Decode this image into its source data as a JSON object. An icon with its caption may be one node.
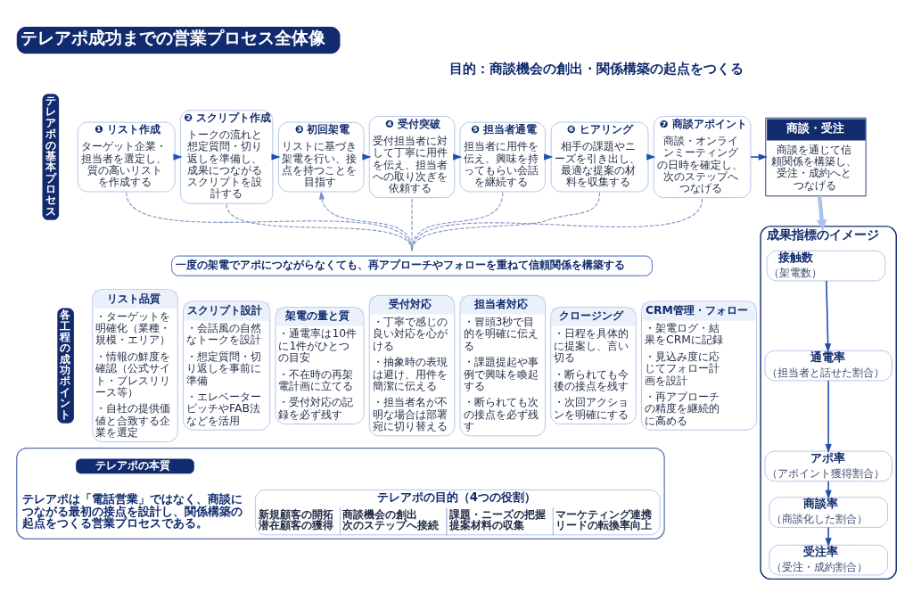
{
  "diagram": {
    "title": "テレアポ成功までの営業プロセス全体像",
    "nodes": [
      {
        "text": [
          "テレアポの基本プロセス"
        ]
      },
      {
        "text": [
          "❶ リスト作成",
          "ターゲット企業・担当者を選定し、質の高いリストを作成する"
        ]
      },
      {
        "text": [
          "❷ スクリプト作成",
          "トークの流れと想定質問・切り返しを準備し、成果につながるスクリプトを設計する"
        ]
      },
      {
        "text": [
          "❸ 初回架電",
          "リストに基づき架電を行い、接点を持つことを目指す"
        ]
      },
      {
        "text": [
          "❹ 受付突破",
          "受付担当者に対して丁寧に用件を伝え、担当者への取り次ぎを依頼する"
        ]
      },
      {
        "text": [
          "❺ 担当者通電",
          "担当者に用件を伝え、興味を持ってもらい会話を継続する"
        ]
      },
      {
        "text": [
          "❻ ヒアリング",
          "相手の課題やニーズを引き出し、最適な提案の材料を収集する"
        ]
      },
      {
        "text": [
          "❼ 商談アポイント",
          "商談・オンラインミーティングの日時を確定し、次のステップへつなげる"
        ]
      },
      {
        "text": [
          "商談・受注",
          "商談を通じて信頼関係を構築し、受注・成約へとつなげる"
        ]
      },
      {
        "text": [
          "一度の架電でアポにつながらなくても、再アプローチやフォローを重ねて信頼関係を構築する"
        ]
      },
      {
        "text": [
          "各工程の成功ポイント"
        ]
      },
      {
        "text": [
          "リスト品質",
          "・ターゲットを明確化（業種・規模・エリア）",
          "・情報の鮮度を確認（公式サイト・プレスリリース等）",
          "・自社の提供価値と合致する企業を選定"
        ]
      },
      {
        "text": [
          "スクリプト設計",
          "・会話風の自然なトークを設計",
          "・想定質問・切り返しを事前に準備",
          "・エレベーターピッチやFAB法などを活用"
        ]
      },
      {
        "text": [
          "架電の量と質",
          "・通電率は10件に1件がひとつの目安",
          "・不在時の再架電計画に立てる",
          "・受付対応の記録を必ず残す"
        ]
      },
      {
        "text": [
          "受付対応",
          "・丁寧で感じの良い対応を心がける",
          "・抽象時の表現は避け、用件を簡潔に伝える",
          "・担当者名が不明な場合は部署宛に切り替える"
        ]
      },
      {
        "text": [
          "担当者対応",
          "・冒頭3秒で目的を明確に伝える",
          "・課題提起や事例で興味を喚起する",
          "・断られても次の接点を必ず残す"
        ]
      },
      {
        "text": [
          "クロージング",
          "・日程を具体的に提案し、言い切る",
          "・断られても今後の接点を残す",
          "・次回アクションを明確にする"
        ]
      },
      {
        "text": [
          "CRM管理・フォロー",
          "・架電ログ・結果をCRMに記録",
          "・見込み度に応じてフォロー計画を設計",
          "・再アプローチの精度を継続的に高める"
        ]
      },
      {
        "text": [
          "成果指標のイメージ"
        ]
      },
      {
        "text": [
          "接触数",
          "（架電数）"
        ],
        "in": 18
      },
      {
        "text": [
          "通電率",
          "（担当者と話せた割合）"
        ],
        "in": 18
      },
      {
        "text": [
          "アポ率",
          "（アポイント獲得割合）"
        ],
        "in": 18
      },
      {
        "text": [
          "商談率",
          "（商談化した割合）"
        ],
        "in": 18
      },
      {
        "text": [
          "受注率",
          "（受注・成約割合）"
        ],
        "in": 18
      },
      {
        "text": [],
        "shape": "box"
      },
      {
        "text": [
          "テレアポの本質"
        ],
        "in": 24
      },
      {
        "text": [
          "テレアポの目的（4つの役割）",
          "新規顧客の開拓",
          "潜在顧客の獲得",
          "商談機会の創出",
          "次のステップへ接続",
          "課題・ニーズの把握",
          "提案材料の収集",
          "マーケティング連携",
          "リードの転換率向上"
        ],
        "in": 24
      }
    ],
    "edges": [
      {
        "from": 1,
        "to": 2,
        "arrow": "to"
      },
      {
        "from": 2,
        "to": 3,
        "arrow": "to"
      },
      {
        "from": 3,
        "to": 4,
        "arrow": "to"
      },
      {
        "from": 4,
        "to": 5,
        "arrow": "to"
      },
      {
        "from": 5,
        "to": 6,
        "arrow": "to"
      },
      {
        "from": 6,
        "to": 7,
        "arrow": "to"
      },
      {
        "from": 7,
        "to": 8,
        "arrow": "to"
      },
      {
        "from": 1,
        "to": 9,
        "arrow": "none",
        "style": "dashed",
        "color": "#7d91c0"
      },
      {
        "from": 2,
        "to": 9,
        "arrow": "none",
        "style": "dashed",
        "color": "#7d91c0"
      },
      {
        "from": 9,
        "to": 3,
        "arrow": "to",
        "style": "dashed",
        "color": "#7d91c0"
      },
      {
        "from": 4,
        "to": 9,
        "arrow": "none",
        "style": "dashed",
        "color": "#7d91c0"
      },
      {
        "from": 5,
        "to": 9,
        "arrow": "none",
        "style": "dashed",
        "color": "#7d91c0"
      },
      {
        "from": 6,
        "to": 9,
        "arrow": "none",
        "style": "dashed",
        "color": "#7d91c0"
      },
      {
        "from": 7,
        "to": 9,
        "arrow": "none",
        "style": "dashed",
        "color": "#7d91c0"
      },
      {
        "from": 8,
        "to": 18,
        "arrow": "to",
        "style": "thick",
        "color": "#a9c3ea"
      },
      {
        "from": 19,
        "to": 20,
        "arrow": "to"
      },
      {
        "from": 20,
        "to": 21,
        "arrow": "to"
      },
      {
        "from": 21,
        "to": 22,
        "arrow": "to"
      },
      {
        "from": 22,
        "to": 23,
        "arrow": "to"
      }
    ],
    "labels": [
      "目的：商談機会の創出・関係構築の起点をつくる",
      "テレアポは「電話営業」ではなく、商談につながる最初の接点を設計し、関係構築の起点をつくる営業プロセスである。"
    ]
  }
}
